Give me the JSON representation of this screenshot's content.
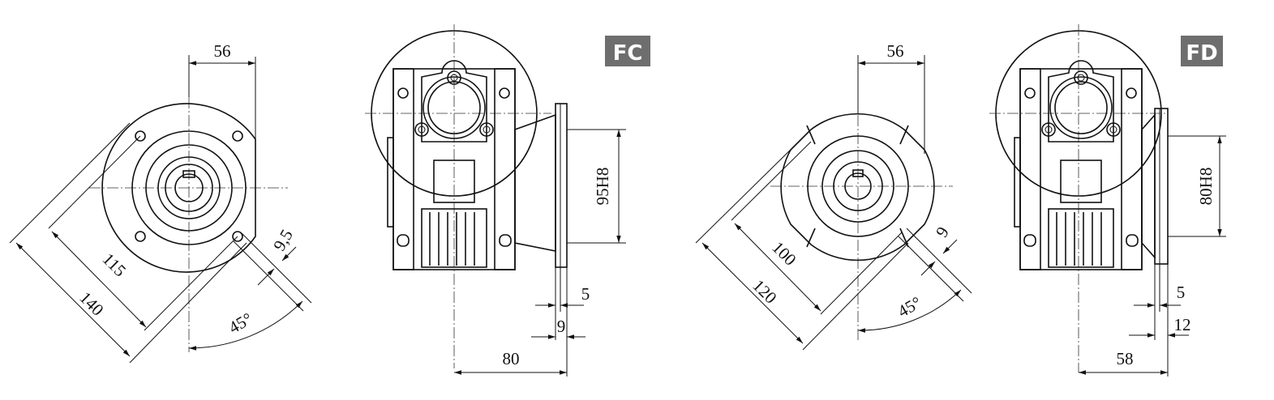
{
  "views": {
    "fc_flange": {
      "dims": {
        "offset": "56",
        "pcd": "115",
        "outer": "140",
        "hole": "9,5",
        "angle": "45°"
      }
    },
    "fc_side": {
      "badge": "FC",
      "dims": {
        "pilot": "95H8",
        "spigot": "5",
        "thickness": "9",
        "length": "80"
      }
    },
    "fd_flange": {
      "dims": {
        "offset": "56",
        "pcd": "100",
        "outer": "120",
        "hole": "9",
        "angle": "45°"
      }
    },
    "fd_side": {
      "badge": "FD",
      "dims": {
        "pilot": "80H8",
        "spigot": "5",
        "thickness": "12",
        "length": "58"
      }
    }
  }
}
